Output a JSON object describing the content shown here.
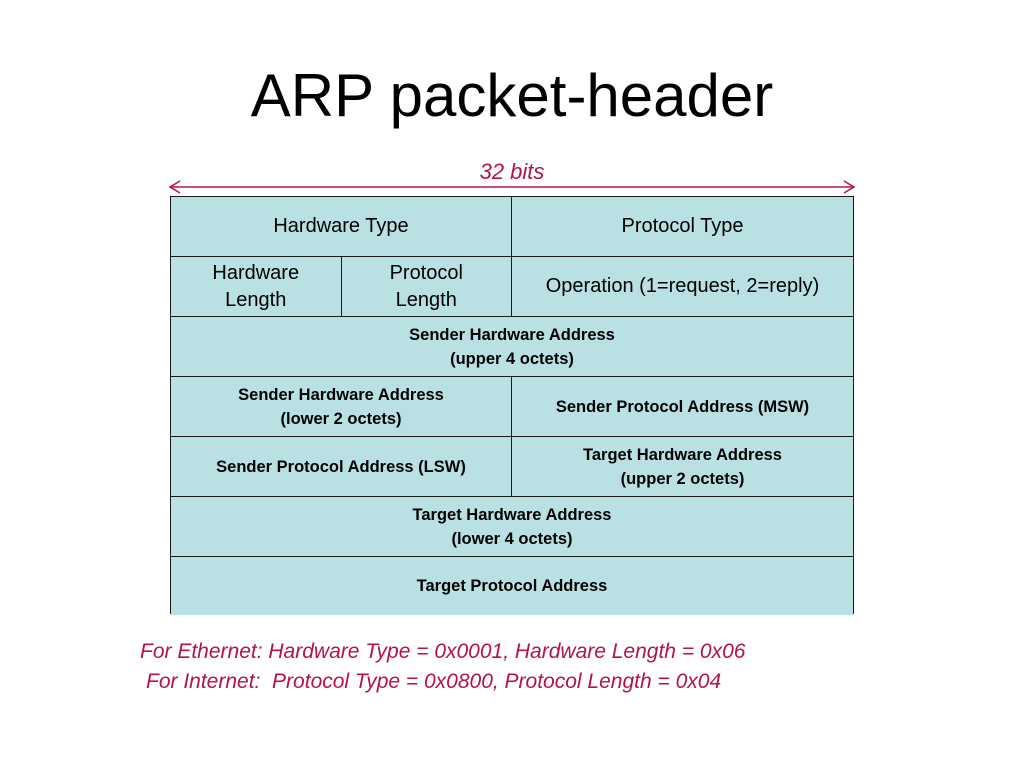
{
  "slide": {
    "title": "ARP packet-header",
    "width_label": "32 bits"
  },
  "colors": {
    "cell_fill": "#b9e0e3",
    "accent": "#b5124a",
    "border": "#1a1a1a"
  },
  "header_rows": [
    {
      "cells": [
        {
          "text": "Hardware Type"
        },
        {
          "text": "Protocol Type"
        }
      ]
    },
    {
      "cells": [
        {
          "text": "Hardware\nLength"
        },
        {
          "text": "Protocol\nLength"
        },
        {
          "text": "Operation (1=request, 2=reply)"
        }
      ]
    },
    {
      "cells": [
        {
          "text": "Sender Hardware Address\n(upper 4 octets)"
        }
      ]
    },
    {
      "cells": [
        {
          "text": "Sender Hardware Address\n(lower 2 octets)"
        },
        {
          "text": "Sender Protocol Address (MSW)"
        }
      ]
    },
    {
      "cells": [
        {
          "text": "Sender Protocol Address (LSW)"
        },
        {
          "text": "Target Hardware Address\n(upper 2 octets)"
        }
      ]
    },
    {
      "cells": [
        {
          "text": "Target Hardware Address\n(lower 4 octets)"
        }
      ]
    },
    {
      "cells": [
        {
          "text": "Target Protocol Address"
        }
      ]
    }
  ],
  "notes": {
    "ethernet": "For Ethernet: Hardware Type = 0x0001, Hardware Length = 0x06",
    "internet": "For Internet:  Protocol Type = 0x0800, Protocol Length = 0x04"
  }
}
